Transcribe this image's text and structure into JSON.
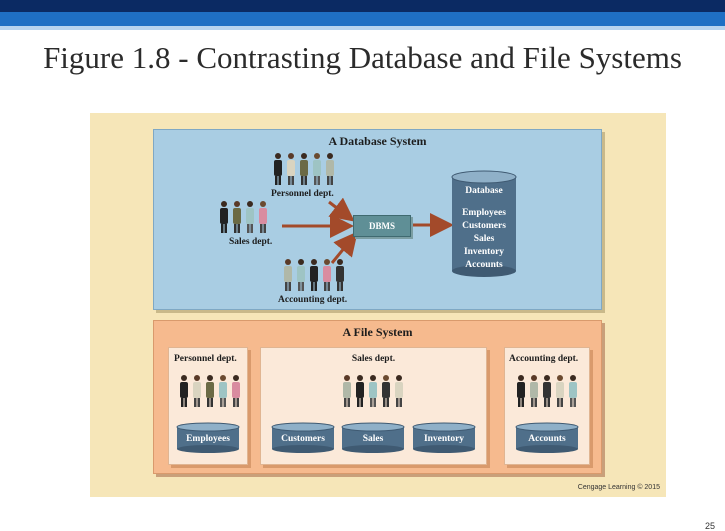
{
  "slide": {
    "title": "Figure 1.8 - Contrasting Database and File Systems",
    "page_number": "25"
  },
  "database_system": {
    "title": "A Database System",
    "departments": [
      "Personnel dept.",
      "Sales dept.",
      "Accounting dept."
    ],
    "dbms_label": "DBMS",
    "database_label": "Database",
    "database_items": [
      "Employees",
      "Customers",
      "Sales",
      "Inventory",
      "Accounts"
    ]
  },
  "file_system": {
    "title": "A File System",
    "personnel": {
      "label": "Personnel dept.",
      "files": [
        "Employees"
      ]
    },
    "sales": {
      "label": "Sales dept.",
      "files": [
        "Customers",
        "Sales",
        "Inventory"
      ]
    },
    "accounting": {
      "label": "Accounting dept.",
      "files": [
        "Accounts"
      ]
    }
  },
  "credit": "Cengage Learning © 2015",
  "colors": {
    "header_dark": "#0b2a63",
    "header_blue": "#1f6fc4",
    "figure_background": "#f6e6b8",
    "database_panel": "#a9cde3",
    "file_panel": "#f6ba8e",
    "dbms_box": "#5f8f96",
    "cylinder": "#4f6f8a",
    "arrow": "#a34a2a"
  }
}
